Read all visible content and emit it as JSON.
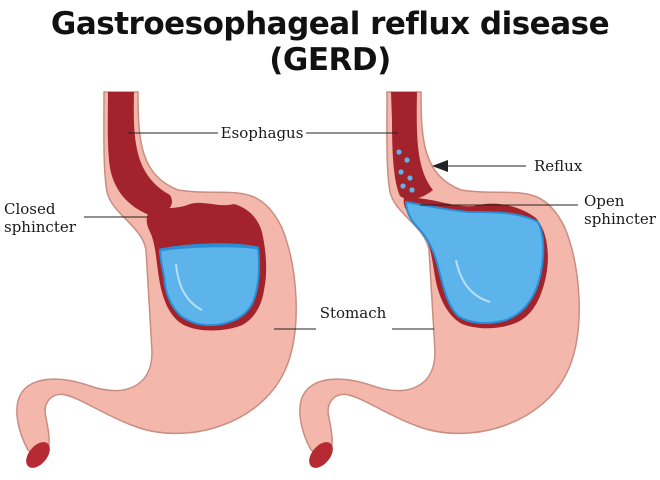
{
  "title": "Gastroesophageal reflux disease (GERD)",
  "labels": {
    "esophagus": "Esophagus",
    "closed_sphincter_line1": "Closed",
    "closed_sphincter_line2": "sphincter",
    "stomach": "Stomach",
    "reflux": "Reflux",
    "open_sphincter_line1": "Open",
    "open_sphincter_line2": "sphincter"
  },
  "panels": [
    {
      "name": "normal",
      "sphincter": "closed"
    },
    {
      "name": "gerd",
      "sphincter": "open"
    }
  ],
  "colors": {
    "stomach_outer": "#f4b7ab",
    "stomach_outline": "#c98d82",
    "lining": "#a3232c",
    "acid": "#5cb4ea",
    "acid_dark": "#2a8ed6",
    "pylorus": "#b52a33",
    "title": "#111111"
  },
  "icons": {
    "reflux_arrow": "arrow-left-icon"
  }
}
